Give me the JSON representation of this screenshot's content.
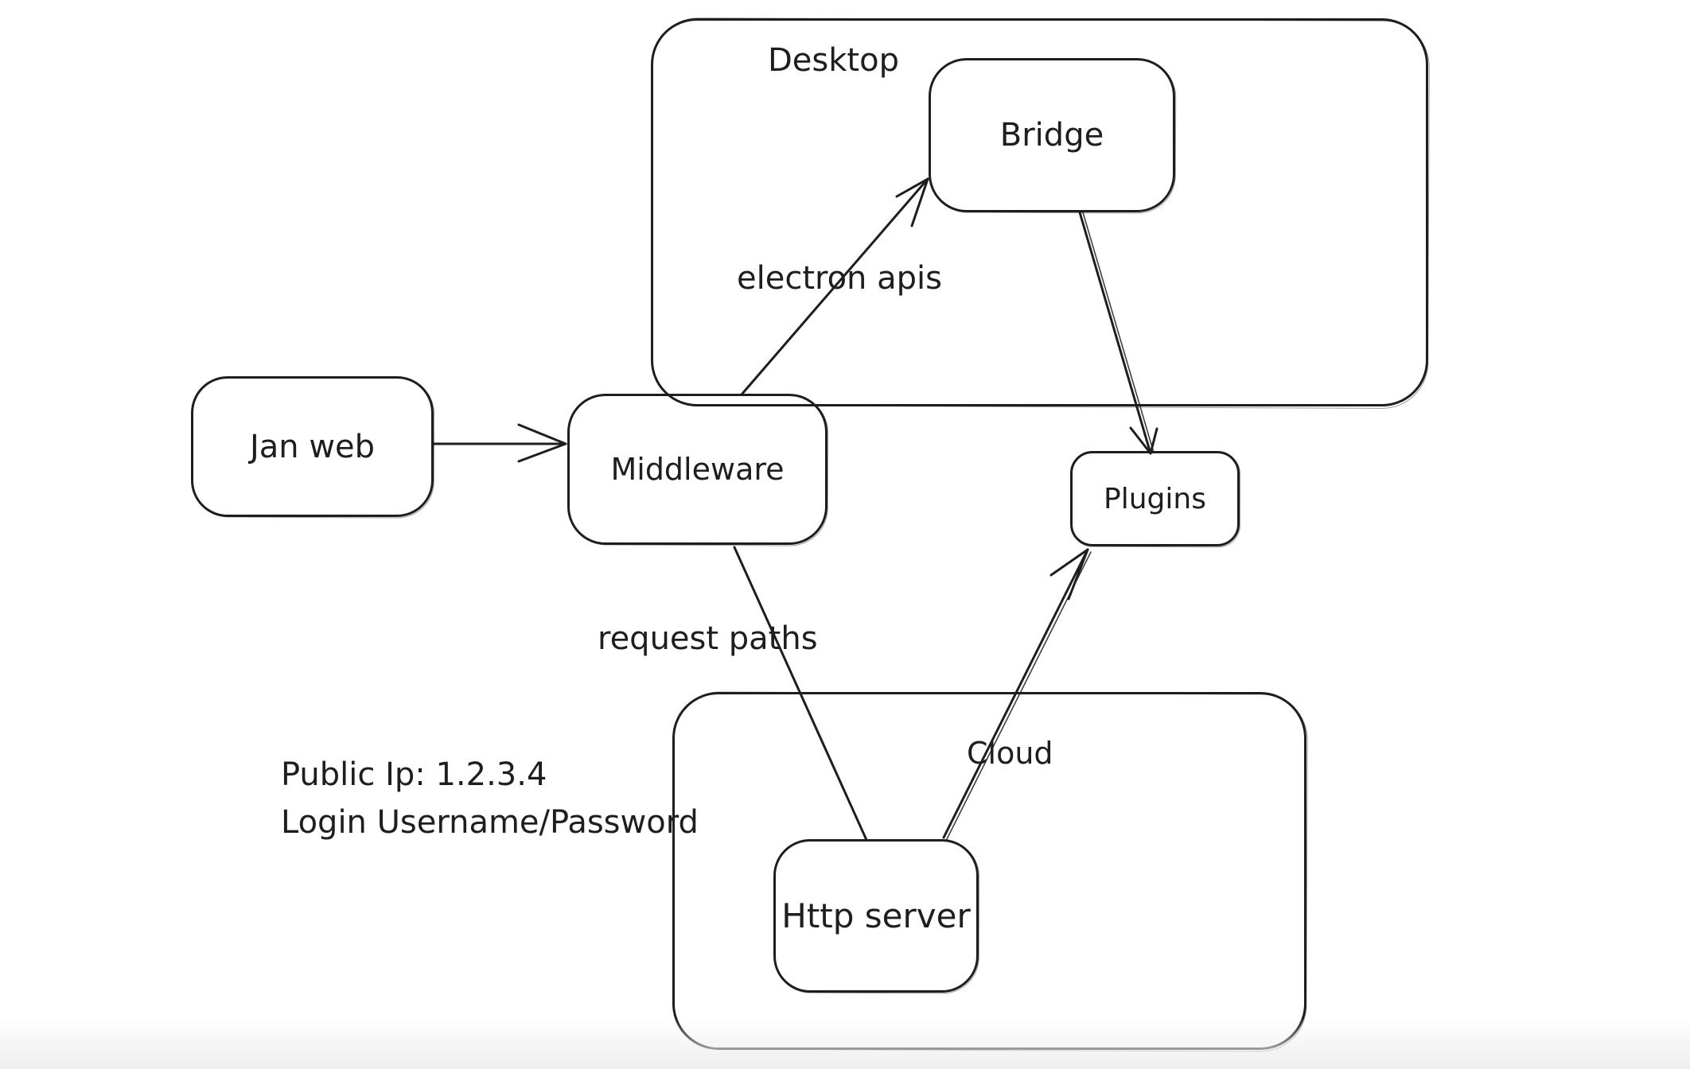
{
  "canvas": {
    "background": "#ffffff",
    "stroke_color": "#1e1e1e",
    "text_color": "#1e1e1e"
  },
  "containers": {
    "desktop": {
      "label": "Desktop"
    },
    "cloud": {
      "label": "Cloud"
    }
  },
  "nodes": {
    "jan_web": {
      "label": "Jan web"
    },
    "middleware": {
      "label": "Middleware"
    },
    "bridge": {
      "label": "Bridge"
    },
    "plugins": {
      "label": "Plugins"
    },
    "http_server": {
      "label": "Http server"
    }
  },
  "edges": [
    {
      "from": "jan_web",
      "to": "middleware",
      "label": "",
      "arrow": true
    },
    {
      "from": "middleware",
      "to": "bridge",
      "label": "electron apis",
      "arrow": true
    },
    {
      "from": "bridge",
      "to": "plugins",
      "label": "",
      "arrow": true
    },
    {
      "from": "middleware",
      "to": "http_server",
      "label": "request paths",
      "arrow": false
    },
    {
      "from": "http_server",
      "to": "plugins",
      "label": "",
      "arrow": true
    }
  ],
  "annotation": {
    "line1": "Public Ip: 1.2.3.4",
    "line2": "Login Username/Password"
  }
}
